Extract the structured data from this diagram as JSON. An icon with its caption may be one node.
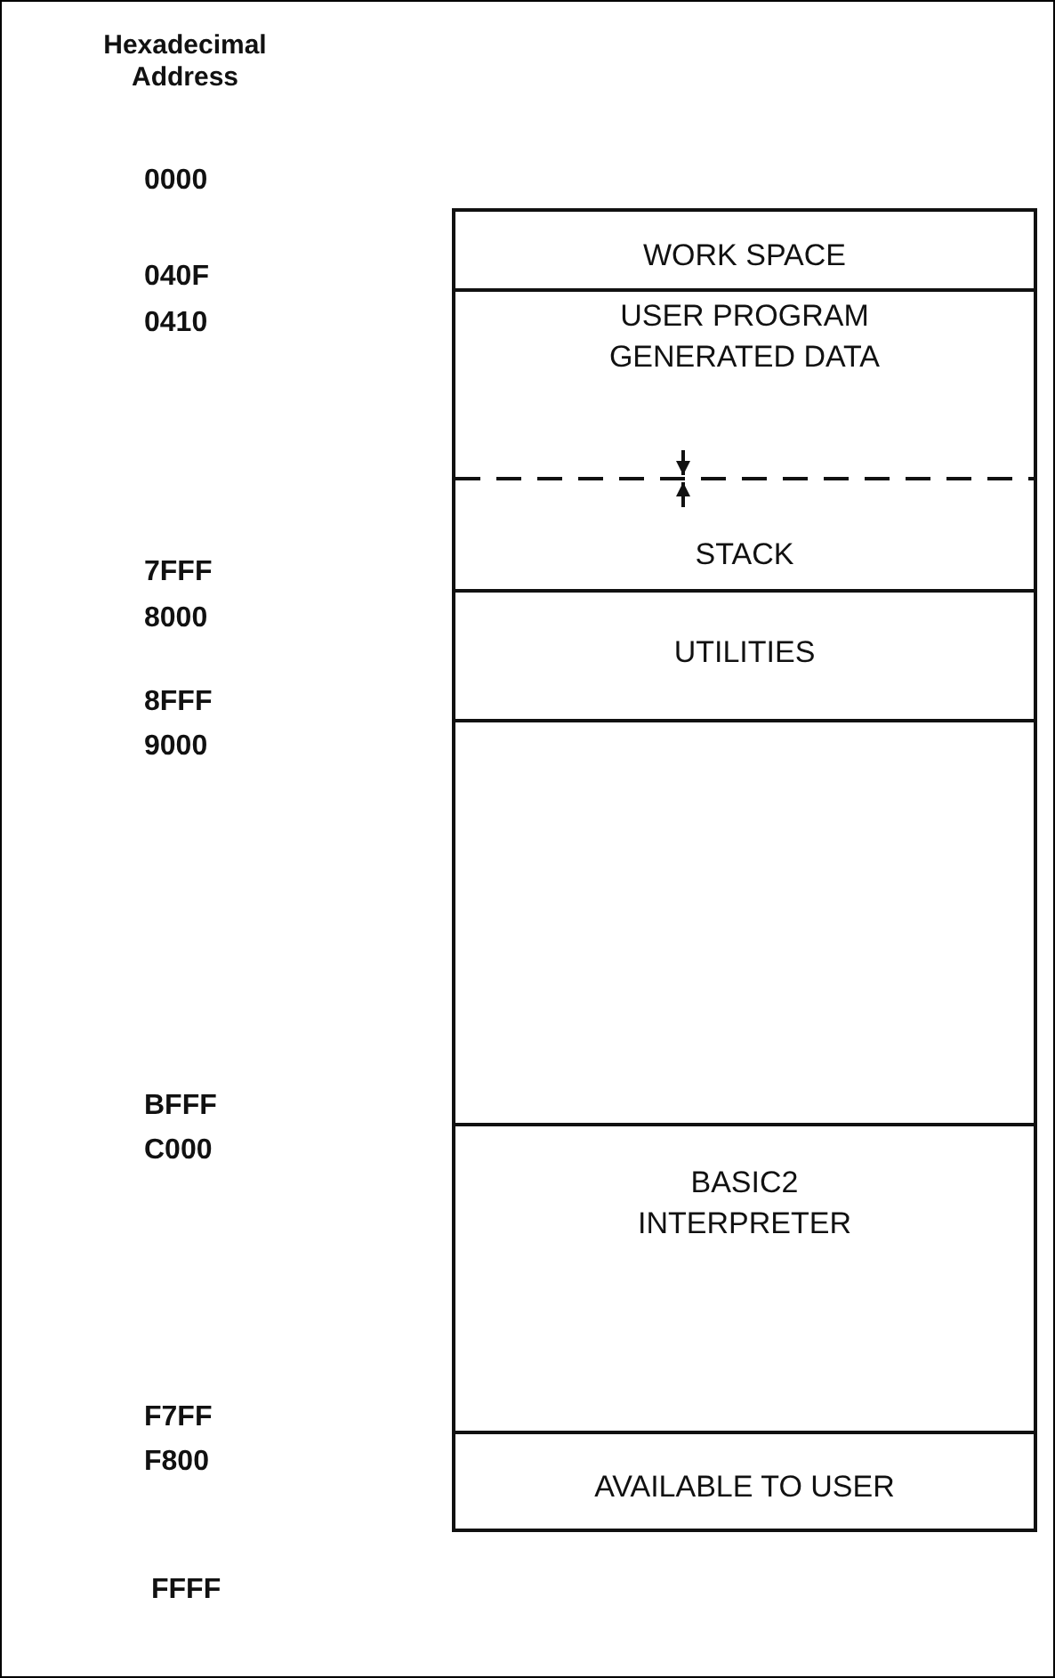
{
  "diagram": {
    "nodes": [
      {
        "text": [
          "WORK SPACE"
        ]
      },
      {
        "text": [
          "USER PROGRAM GENERATED DATA",
          "STACK"
        ]
      },
      {
        "text": [
          "UTILITIES"
        ]
      },
      {
        "text": [],
        "shape": "box"
      },
      {
        "text": [
          "BASIC2 INTERPRETER"
        ]
      },
      {
        "text": [
          "AVAILABLE TO USER"
        ]
      }
    ],
    "labels": [
      "Hexadecimal Address",
      "0000",
      "040F",
      "0410",
      "7FFF",
      "8000",
      "8FFF",
      "9000",
      "BFFF",
      "C000",
      "F7FF",
      "F800",
      "FFFF"
    ]
  }
}
